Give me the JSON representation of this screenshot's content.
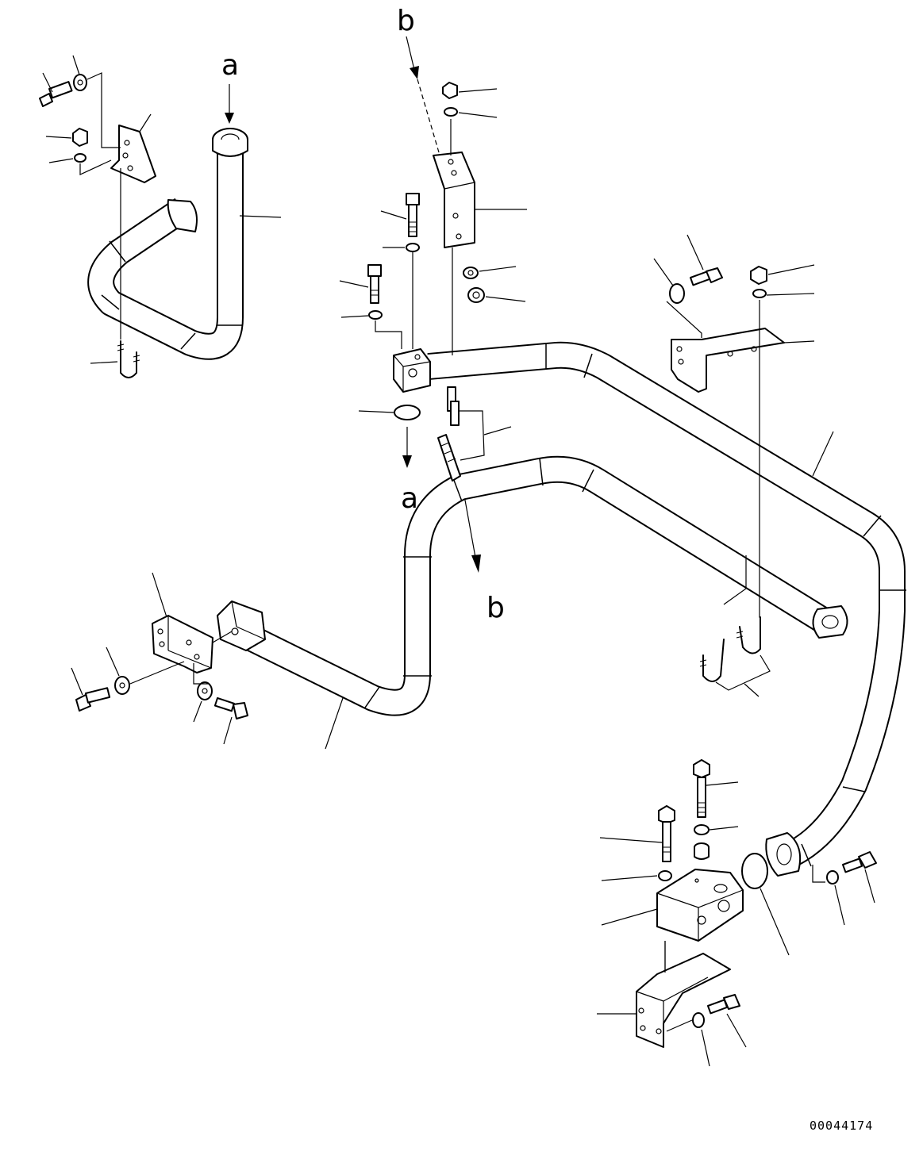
{
  "callouts": {
    "view_a": "a",
    "view_b": "b"
  },
  "drawing_number": "00044174",
  "colors": {
    "line": "#000000",
    "background": "#ffffff"
  }
}
